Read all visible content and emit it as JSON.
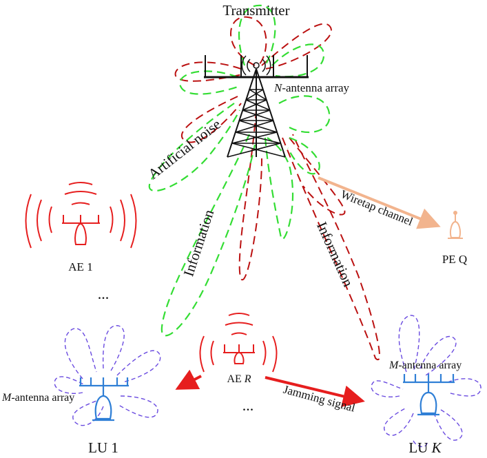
{
  "labels": {
    "transmitter": "Transmitter",
    "n_antenna_var": "N",
    "n_antenna_rest": "-antenna array",
    "artificial_noise": "Artificial noise",
    "information_left": "Information",
    "information_right": "Information",
    "wiretap_channel": "Wiretap channel",
    "pe": "PE Q",
    "ae1": "AE 1",
    "ae_r_prefix": "AE ",
    "ae_r_var": "R",
    "jamming_signal": "Jamming signal",
    "m_antenna_left_var": "M",
    "m_antenna_left_rest": "-antenna array",
    "m_antenna_right_var": "M",
    "m_antenna_right_rest": "-antenna array",
    "lu1": "LU 1",
    "luk_prefix": "LU ",
    "luk_var": "K",
    "dots_ae": "...",
    "dots_lu": "..."
  },
  "colors": {
    "noise_beam": "#33dd33",
    "info_beam": "#bb1111",
    "user_beam": "#6a4be0",
    "user_device": "#2f7fd6",
    "eavesdropper": "#e61e1e",
    "passive_eve": "#f2b48e",
    "tower": "#111111"
  }
}
